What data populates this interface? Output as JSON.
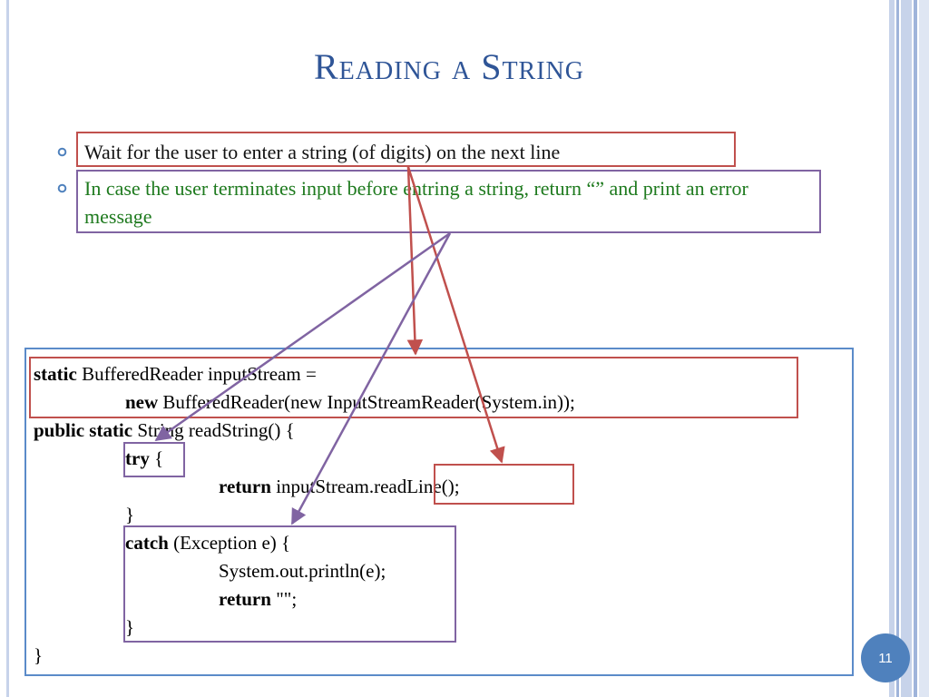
{
  "slide": {
    "title": "Reading a String",
    "bullets": [
      "Wait for the user to enter a string (of digits) on the next line",
      "In case the user terminates input before entring a string, return “” and print an error message"
    ],
    "code": {
      "line1_kw": "static",
      "line1_text": " BufferedReader inputStream =",
      "line2_kw": "new",
      "line2_text": " BufferedReader(new InputStreamReader(System.in));",
      "line3_kw": "public static",
      "line3_text": " String readString() {",
      "line4_kw": "try",
      "line4_text": " {",
      "line5_kw": "return",
      "line5_text": " inputStream.readLine();",
      "line6_text": "}",
      "line7_kw": "catch",
      "line7_text": " (Exception e) {",
      "line8_text": "System.out.println(e);",
      "line9_kw": "return",
      "line9_text": " \"\";",
      "line10_text": "}",
      "line11_text": "}"
    },
    "page_number": "11",
    "colors": {
      "title": "#2f5597",
      "bullet_green_text": "#1e7a1e",
      "highlight_red": "#c0504d",
      "highlight_purple": "#8064a2",
      "code_border": "#5b8bc9",
      "page_badge": "#4f81bd"
    },
    "icons": [
      "bullet-ring-icon",
      "arrow-icon"
    ]
  }
}
